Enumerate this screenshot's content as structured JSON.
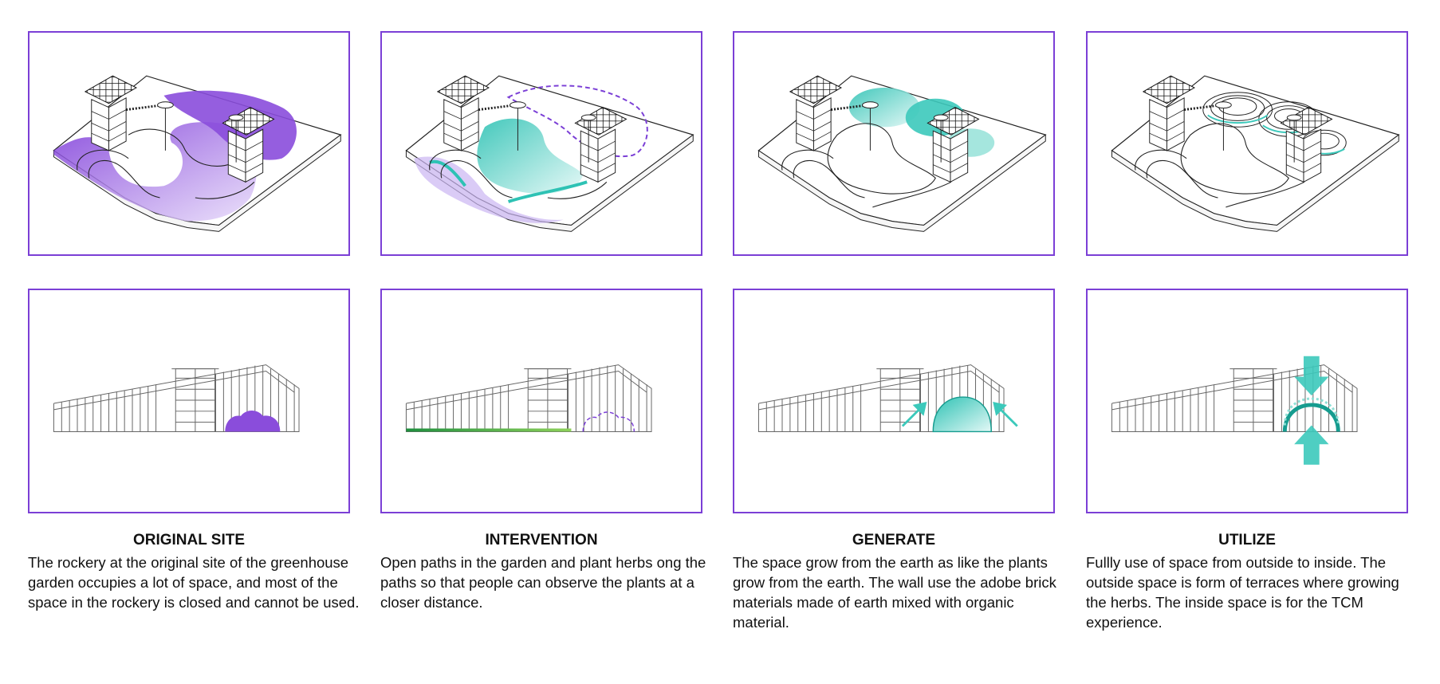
{
  "colors": {
    "frame": "#7b3fd6",
    "purple": "#8a4ddb",
    "teal": "#3cc9bb",
    "green": "#2aa84a"
  },
  "steps": [
    {
      "title": "ORIGINAL SITE",
      "description": "The rockery at the original site of the greenhouse garden occupies a lot of space, and most of the space in the rockery is closed and cannot be used."
    },
    {
      "title": "INTERVENTION",
      "description": "Open paths in the garden and plant herbs ong the paths so that people can observe the plants at a closer distance."
    },
    {
      "title": "GENERATE",
      "description": "The space grow from the earth as like the plants grow from the earth. The wall use the adobe brick materials made of earth mixed with organic material."
    },
    {
      "title": "UTILIZE",
      "description": "Fullly use of space from outside to inside. The outside space is form of terraces where growing the herbs. The inside space is for the TCM experience."
    }
  ]
}
